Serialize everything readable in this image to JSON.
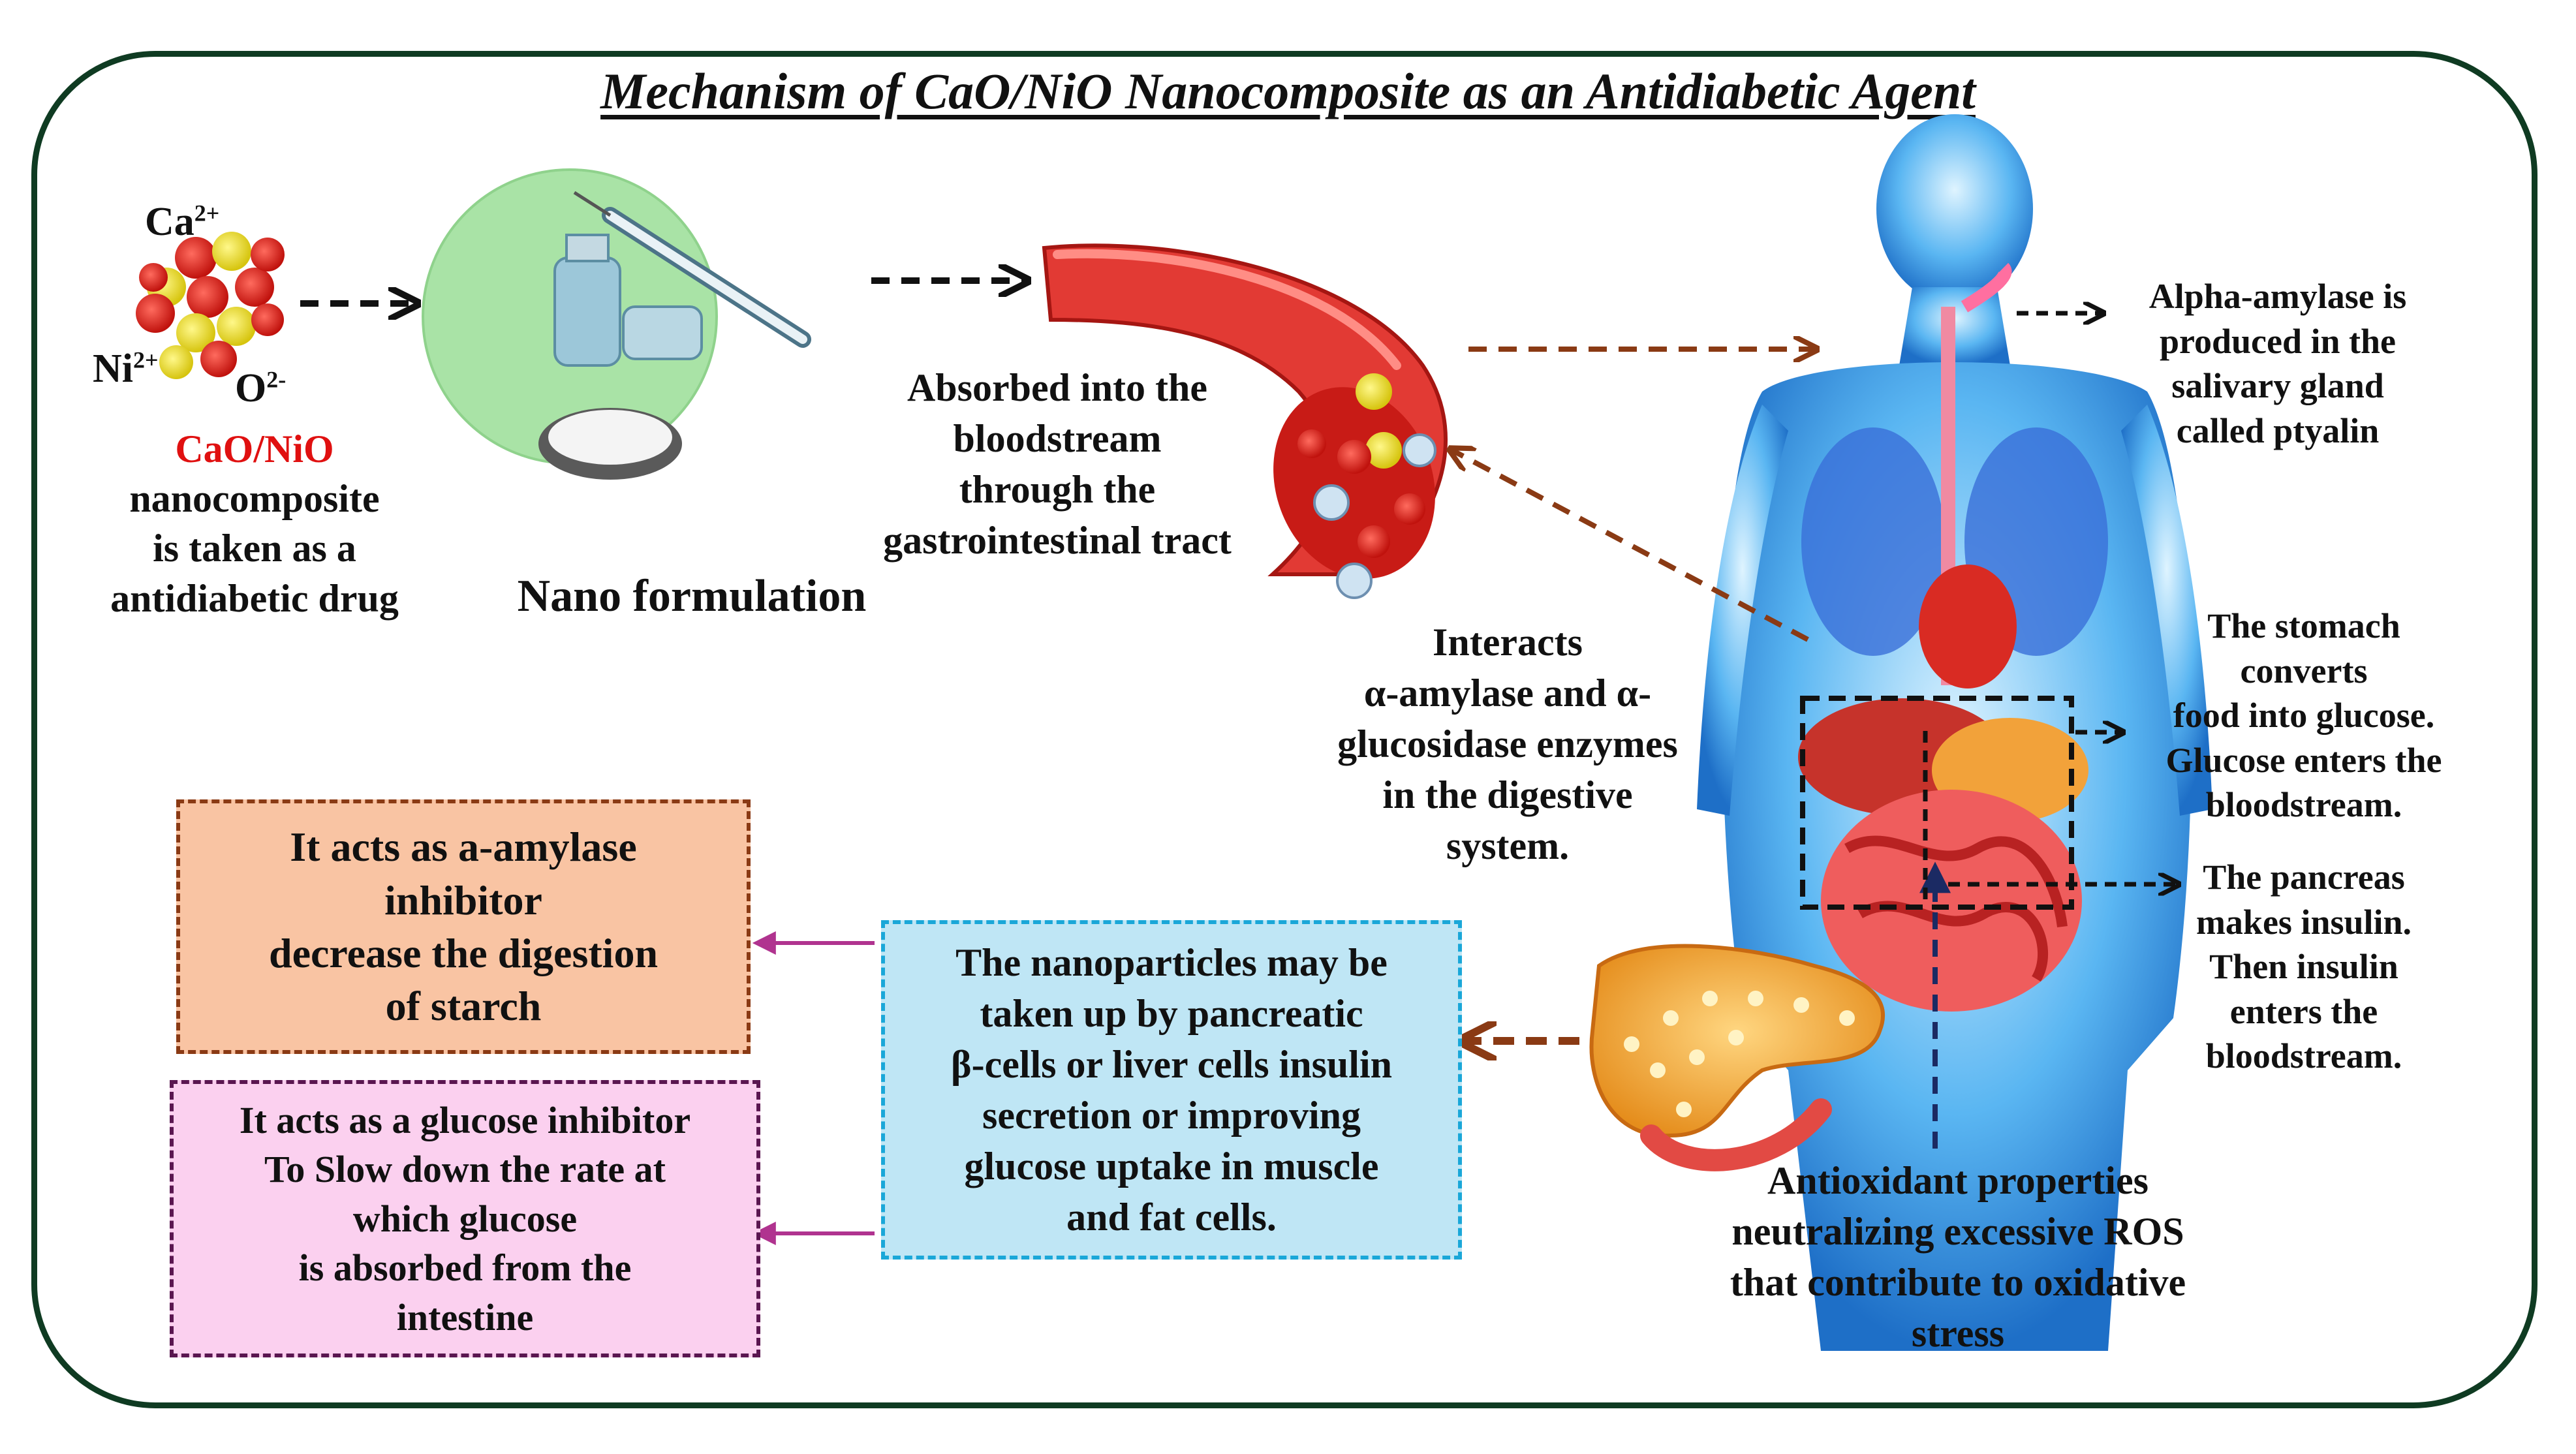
{
  "title": "Mechanism of CaO/NiO Nanocomposite as an Antidiabetic Agent",
  "ions": {
    "ca": "Ca",
    "ca_charge": "2+",
    "ni": "Ni",
    "ni_charge": "2+",
    "o": "O",
    "o_charge": "2-"
  },
  "drug": {
    "name": "CaO/NiO",
    "lines": [
      "nanocomposite",
      "is taken as a",
      "antidiabetic drug"
    ]
  },
  "nano_formulation": "Nano formulation",
  "absorbed": [
    "Absorbed into the",
    "bloodstream",
    "through the",
    "gastrointestinal tract"
  ],
  "interacts": [
    "Interacts",
    "α-amylase and α-",
    "glucosidase enzymes",
    "in the digestive",
    "system."
  ],
  "alpha_amylase": [
    "Alpha-amylase is",
    "produced in the",
    "salivary gland",
    "called ptyalin"
  ],
  "stomach": [
    "The stomach",
    "converts",
    "food into glucose.",
    "Glucose enters the",
    "bloodstream."
  ],
  "pancreas": [
    "The pancreas",
    "makes insulin.",
    "Then insulin",
    "enters the",
    "bloodstream."
  ],
  "antioxidant": [
    "Antioxidant properties",
    "neutralizing excessive ROS",
    "that contribute to oxidative",
    "stress"
  ],
  "box_amylase": [
    "It acts as a-amylase",
    "inhibitor",
    "decrease the digestion",
    "of starch"
  ],
  "box_glucose": [
    "It acts as a glucose inhibitor",
    "To Slow down the rate at",
    "which glucose",
    "is absorbed from the",
    "intestine"
  ],
  "box_nanoparticles": [
    "The nanoparticles may be",
    "taken up by pancreatic",
    "β-cells or liver cells insulin",
    "secretion or improving",
    "glucose uptake in muscle",
    "and fat cells."
  ],
  "colors": {
    "frame": "#0f3b22",
    "drug_name": "#e01010",
    "box_amylase_fill": "#f9c4a3",
    "box_amylase_border": "#8a3a14",
    "box_glucose_fill": "#fbd0ef",
    "box_glucose_border": "#5a1650",
    "box_nano_fill": "#bfe6f5",
    "box_nano_border": "#1aa7d8",
    "arrow_black": "#111111",
    "arrow_brown": "#8a3a14",
    "arrow_magenta": "#b0338f",
    "arrow_navy": "#1b2a63"
  }
}
